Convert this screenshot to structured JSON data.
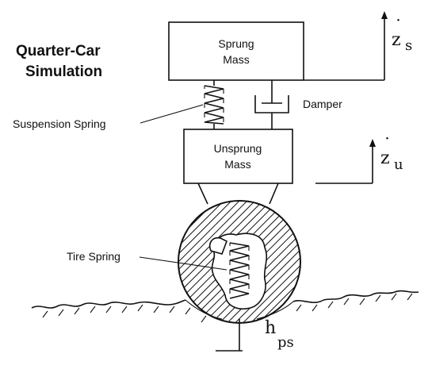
{
  "title": {
    "line1": "Quarter-Car",
    "line2": "Simulation"
  },
  "sprung_mass": {
    "line1": "Sprung",
    "line2": "Mass"
  },
  "unsprung_mass": {
    "line1": "Unsprung",
    "line2": "Mass"
  },
  "labels": {
    "damper": "Damper",
    "suspension_spring": "Suspension Spring",
    "tire_spring": "Tire Spring"
  },
  "variables": {
    "zs": {
      "symbol": "z",
      "subscript": "s",
      "dot": "˙"
    },
    "zu": {
      "symbol": "z",
      "subscript": "u",
      "dot": "˙"
    },
    "hps": {
      "symbol": "h",
      "subscript": "ps"
    }
  }
}
